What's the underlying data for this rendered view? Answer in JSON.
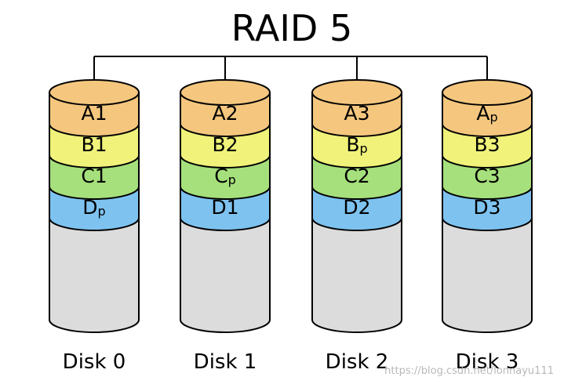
{
  "title": "RAID 5",
  "colors": {
    "A": "#f5c77e",
    "B": "#f0f27a",
    "C": "#a6e07c",
    "D": "#7ec3f0",
    "empty": "#dcdcdc",
    "stroke": "#000000"
  },
  "disks": [
    {
      "label": "Disk 0",
      "blocks": [
        {
          "group": "A",
          "text": "A",
          "sub": "1"
        },
        {
          "group": "B",
          "text": "B",
          "sub": "1"
        },
        {
          "group": "C",
          "text": "C",
          "sub": "1"
        },
        {
          "group": "D",
          "text": "D",
          "sub": "p",
          "parity": true
        }
      ]
    },
    {
      "label": "Disk 1",
      "blocks": [
        {
          "group": "A",
          "text": "A",
          "sub": "2"
        },
        {
          "group": "B",
          "text": "B",
          "sub": "2"
        },
        {
          "group": "C",
          "text": "C",
          "sub": "p",
          "parity": true
        },
        {
          "group": "D",
          "text": "D",
          "sub": "1"
        }
      ]
    },
    {
      "label": "Disk 2",
      "blocks": [
        {
          "group": "A",
          "text": "A",
          "sub": "3"
        },
        {
          "group": "B",
          "text": "B",
          "sub": "p",
          "parity": true
        },
        {
          "group": "C",
          "text": "C",
          "sub": "2"
        },
        {
          "group": "D",
          "text": "D",
          "sub": "2"
        }
      ]
    },
    {
      "label": "Disk 3",
      "blocks": [
        {
          "group": "A",
          "text": "A",
          "sub": "p",
          "parity": true
        },
        {
          "group": "B",
          "text": "B",
          "sub": "3"
        },
        {
          "group": "C",
          "text": "C",
          "sub": "3"
        },
        {
          "group": "D",
          "text": "D",
          "sub": "3"
        }
      ]
    }
  ],
  "watermark": "https://blog.csdn.net/lonnayu111"
}
